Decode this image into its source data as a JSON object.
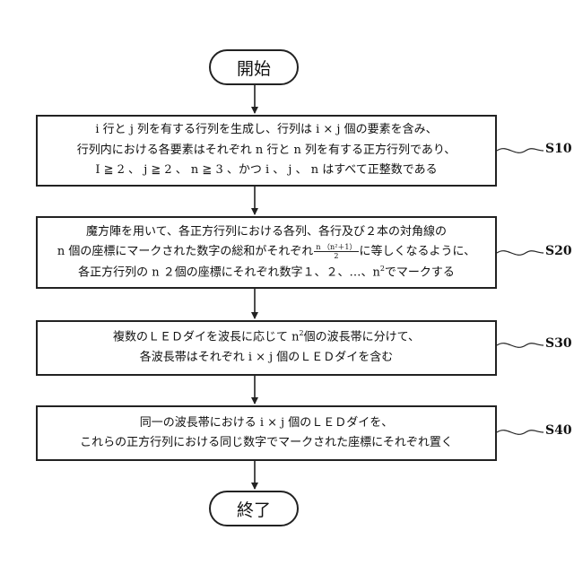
{
  "start": "開始",
  "end": "終了",
  "steps": [
    {
      "label": "S10",
      "lines": [
        "i 行と j 列を有する行列を生成し、行列は i × j 個の要素を含み、",
        "行列内における各要素はそれぞれ n 行と n 列を有する正方行列であり、",
        "I ≧ 2 、 j ≧ 2 、 n ≧ 3 、かつ i 、 j 、 n はすべて正整数である"
      ]
    },
    {
      "label": "S20",
      "line1": "魔方陣を用いて、各正方行列における各列、各行及び２本の対角線の",
      "line2_pre": "n 個の座標にマークされた数字の総和がそれぞれ",
      "frac_num": "n （n²＋1）",
      "frac_den": "2",
      "line2_post": "に等しくなるように、",
      "line3_pre": "各正方行列の n ２個の座標にそれぞれ数字１、２、…、n",
      "line3_sup": "2",
      "line3_post": "でマークする"
    },
    {
      "label": "S30",
      "line1_pre": "複数のＬＥＤダイを波長に応じて n",
      "line1_sup": "2",
      "line1_post": "個の波長帯に分けて、",
      "line2": "各波長帯はそれぞれ i × j 個のＬＥＤダイを含む"
    },
    {
      "label": "S40",
      "lines": [
        "同一の波長帯における i × j 個のＬＥＤダイを、",
        "これらの正方行列における同じ数字でマークされた座標にそれぞれ置く"
      ]
    }
  ]
}
